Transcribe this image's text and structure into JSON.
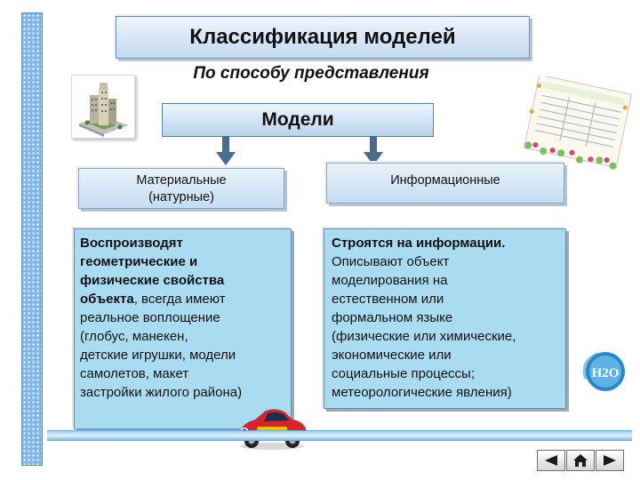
{
  "slide": {
    "title": "Классификация моделей",
    "subtitle": "По способу представления"
  },
  "root": {
    "label": "Модели"
  },
  "categories": {
    "material": {
      "label_line1": "Материальные",
      "label_line2": "(натурные)",
      "description": [
        {
          "text": "Воспроизводят",
          "bold": true
        },
        {
          "text": "геометрические и",
          "bold": true
        },
        {
          "text": "физические свойства",
          "bold": true
        },
        {
          "text": "объекта",
          "bold": true,
          "tail": ", всегда имеют"
        },
        {
          "text": "реальное воплощение",
          "bold": false
        },
        {
          "text": " (глобус, манекен,",
          "bold": false
        },
        {
          "text": "детские игрушки, модели",
          "bold": false
        },
        {
          "text": "самолетов, макет",
          "bold": false
        },
        {
          "text": "застройки жилого района)",
          "bold": false
        }
      ]
    },
    "information": {
      "label": "Информационные",
      "description": [
        {
          "text": "Строятся на информации.",
          "bold": true
        },
        {
          "text": "Описывают объект",
          "bold": false
        },
        {
          "text": "моделирования  на",
          "bold": false
        },
        {
          "text": "естественном или",
          "bold": false
        },
        {
          "text": "формальном языке",
          "bold": false
        },
        {
          "text": "(физические или химические,",
          "bold": false
        },
        {
          "text": "экономические или",
          "bold": false
        },
        {
          "text": "социальные процессы;",
          "bold": false
        },
        {
          "text": "метеорологические явления)",
          "bold": false
        }
      ]
    }
  },
  "images": {
    "h2o_label": "H2O"
  },
  "colors": {
    "accent_blue": "#a9dcf1",
    "header_gradient": "#c4d9f0",
    "arrow": "#4a6b8c"
  },
  "nav": {
    "prev_icon": "triangle-left-icon",
    "home_icon": "home-icon",
    "next_icon": "triangle-right-icon"
  }
}
